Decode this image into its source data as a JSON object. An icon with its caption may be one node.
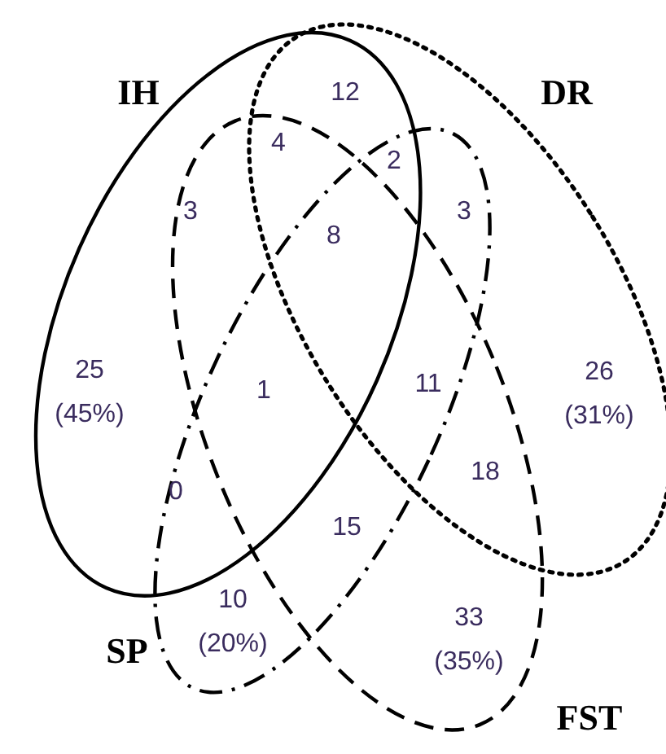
{
  "diagram": {
    "nodes": [
      {
        "text": [
          "IH"
        ]
      },
      {
        "text": [
          "DR"
        ]
      },
      {
        "text": [
          "SP"
        ]
      },
      {
        "text": [
          "FST"
        ]
      }
    ],
    "labels": [
      "12",
      "4",
      "2",
      "3",
      "8",
      "3",
      "25 (45%)",
      "1",
      "11",
      "26 (31%)",
      "18",
      "0",
      "15",
      "10 (20%)",
      "33 (35%)"
    ]
  }
}
